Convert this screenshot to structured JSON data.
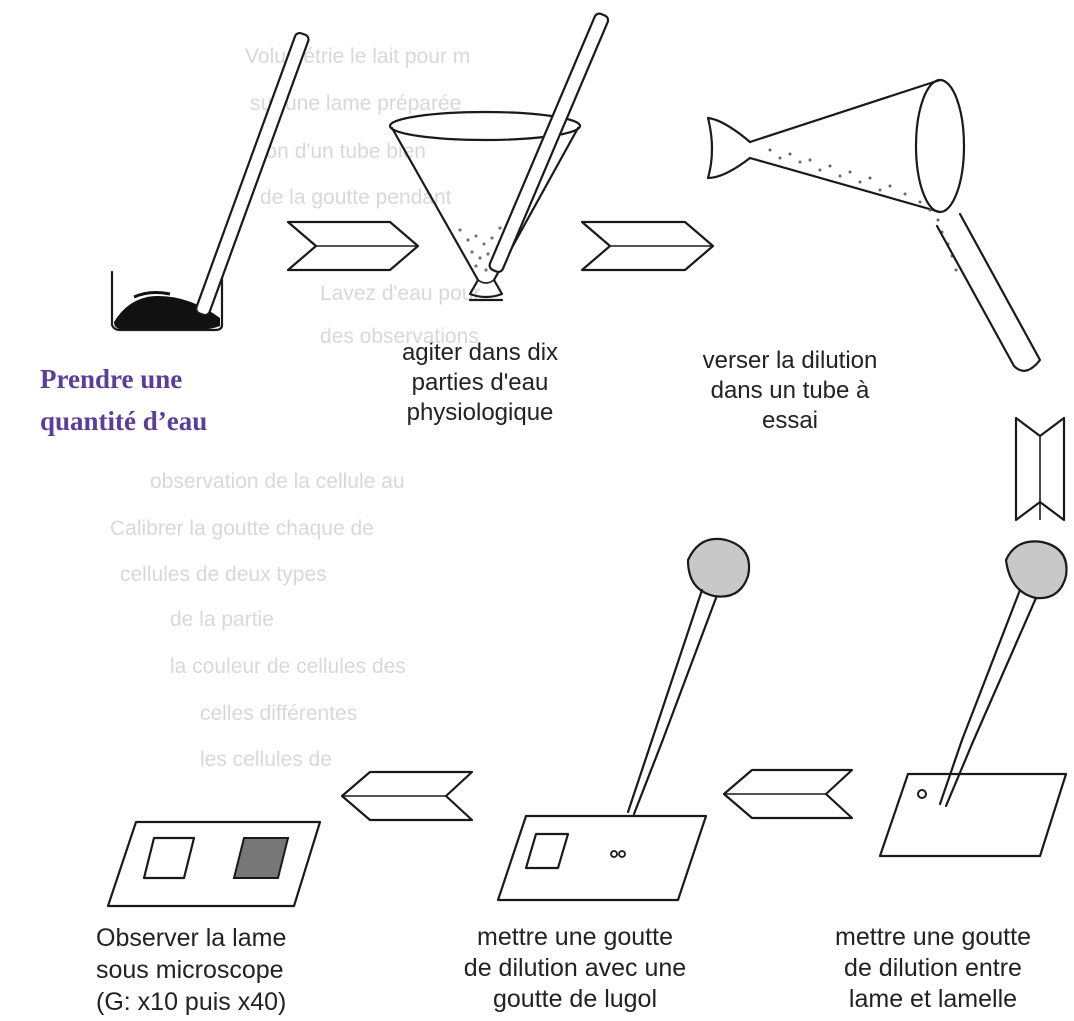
{
  "heading": {
    "line1": "Prendre une",
    "line2": "quantité d’eau"
  },
  "steps": [
    {
      "id": "stir",
      "lines": [
        "agiter dans dix",
        "parties d'eau",
        "physiologique"
      ]
    },
    {
      "id": "pour",
      "lines": [
        "verser la dilution",
        "dans un tube à",
        "essai"
      ]
    },
    {
      "id": "drop-between",
      "lines": [
        "mettre une goutte",
        "de dilution entre",
        "lame et lamelle"
      ]
    },
    {
      "id": "drop-lugol",
      "lines": [
        "mettre une goutte",
        "de dilution avec une",
        "goutte de lugol"
      ]
    },
    {
      "id": "observe",
      "lines": [
        "Observer la lame",
        "sous microscope",
        "(G: x10 puis x40)"
      ]
    }
  ],
  "colors": {
    "heading": "#5b3f96",
    "line": "#1a1a1a",
    "sample": "#111111",
    "bulb": "#c8c8c8",
    "stained": "#777777"
  },
  "icons": [
    "beaker-with-rod",
    "funnel-with-rod",
    "tube-and-flask",
    "dropper",
    "slide",
    "arrow-chevron"
  ]
}
